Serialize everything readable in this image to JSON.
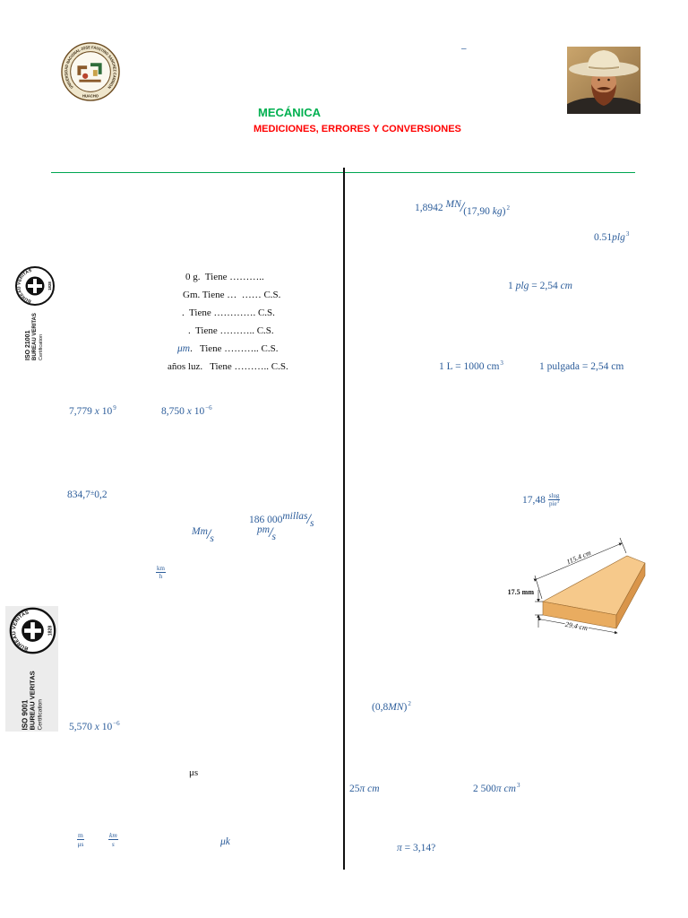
{
  "colors": {
    "math_blue": "#2B5C9A",
    "title_green": "#00B050",
    "subtitle_red": "#FF0000",
    "rule_green": "#00A651"
  },
  "header": {
    "dash": "–",
    "title": "MECÁNICA",
    "subtitle": "MEDICIONES, ERRORES Y CONVERSIONES",
    "seal": {
      "arc_text": "UNIVERSIDAD NACIONAL JOSE FAUSTINO SANCHEZ CARRION",
      "bottom_text": "HUACHO"
    },
    "portrait": "portrait-photo"
  },
  "badges": [
    {
      "standard": "ISO 21001",
      "org": "BUREAU VERITAS",
      "label": "Certification",
      "ring_top": "BUREAU VERITAS",
      "ring_bottom": "1828"
    },
    {
      "standard": "ISO 9001",
      "org": "BUREAU VERITAS",
      "label": "Certification",
      "ring_top": "BUREAU VERITAS",
      "ring_bottom": "1828"
    }
  ],
  "left": {
    "sig_lines": [
      {
        "math": "",
        "text": "0 g.  Tiene ……….."
      },
      {
        "math": "",
        "text": "Gm. Tiene …  …… C.S."
      },
      {
        "math": "",
        "text": ".  Tiene …………. C.S."
      },
      {
        "math": "",
        "text": ".  Tiene ……….. C.S."
      },
      {
        "math": "μm",
        "text": ".   Tiene ……….. C.S."
      },
      {
        "math": "",
        "text": "años luz.   Tiene ……….. C.S."
      }
    ],
    "sci_a": {
      "mantissa": "7,779",
      "times": "x",
      "base": "10",
      "exp": "9"
    },
    "sci_b": {
      "mantissa": "8,750",
      "times": "x",
      "base": "10",
      "exp": "−6"
    },
    "measurement": {
      "value": "834,7",
      "pm": "±",
      "uncertainty": "0,2"
    },
    "speed_c": {
      "value": "186 000",
      "num": "millas",
      "slash": "/",
      "den": "s"
    },
    "unit_mm_s": {
      "num": "Mm",
      "slash": "/",
      "den": "s"
    },
    "unit_pm_s": {
      "num": "pm",
      "slash": "/",
      "den": "s"
    },
    "unit_km_h": {
      "num": "km",
      "den": "h"
    },
    "sci_c": {
      "mantissa": "5,570",
      "times": "x",
      "base": "10",
      "exp": "−6"
    },
    "unit_us": "μs",
    "unit_m_us": {
      "num": "m",
      "den": "μs"
    },
    "unit_km_s": {
      "num": "km",
      "den": "s"
    },
    "unit_uk": "μk"
  },
  "right": {
    "force_ratio": {
      "value": "1,8942",
      "num": "MN",
      "slash": "/",
      "den_open": "(17,90",
      "den_unit": "kg",
      "den_close": ")",
      "exp": "2"
    },
    "volume": {
      "value": "0.51",
      "unit": "plg",
      "exp": "3"
    },
    "inch_eq": {
      "lhs_num": "1",
      "lhs_unit": "plg",
      "mid": " = 2,54 ",
      "rhs_unit": "cm"
    },
    "liter_eq": {
      "text": "1 L = 1000 cm",
      "exp": "3"
    },
    "pulgada_eq": "1 pulgada = 2,54 cm",
    "density": {
      "value": "17,48",
      "num": "slug",
      "den": "pie",
      "den_exp": "3"
    },
    "board": {
      "length": "115.4 cm",
      "thickness": "17.5 mm",
      "width": "29.4 cm"
    },
    "force_sq": {
      "open": "(0,8",
      "unit": "MN",
      "close": ")",
      "exp": "2"
    },
    "circ": {
      "num": "25",
      "sym": "π",
      "unit": "cm"
    },
    "vol_pi": {
      "num": "2 500",
      "sym": "π",
      "unit": "cm",
      "exp": "3"
    },
    "pi_q": {
      "sym": "π",
      "rest": " = 3,14?"
    }
  }
}
